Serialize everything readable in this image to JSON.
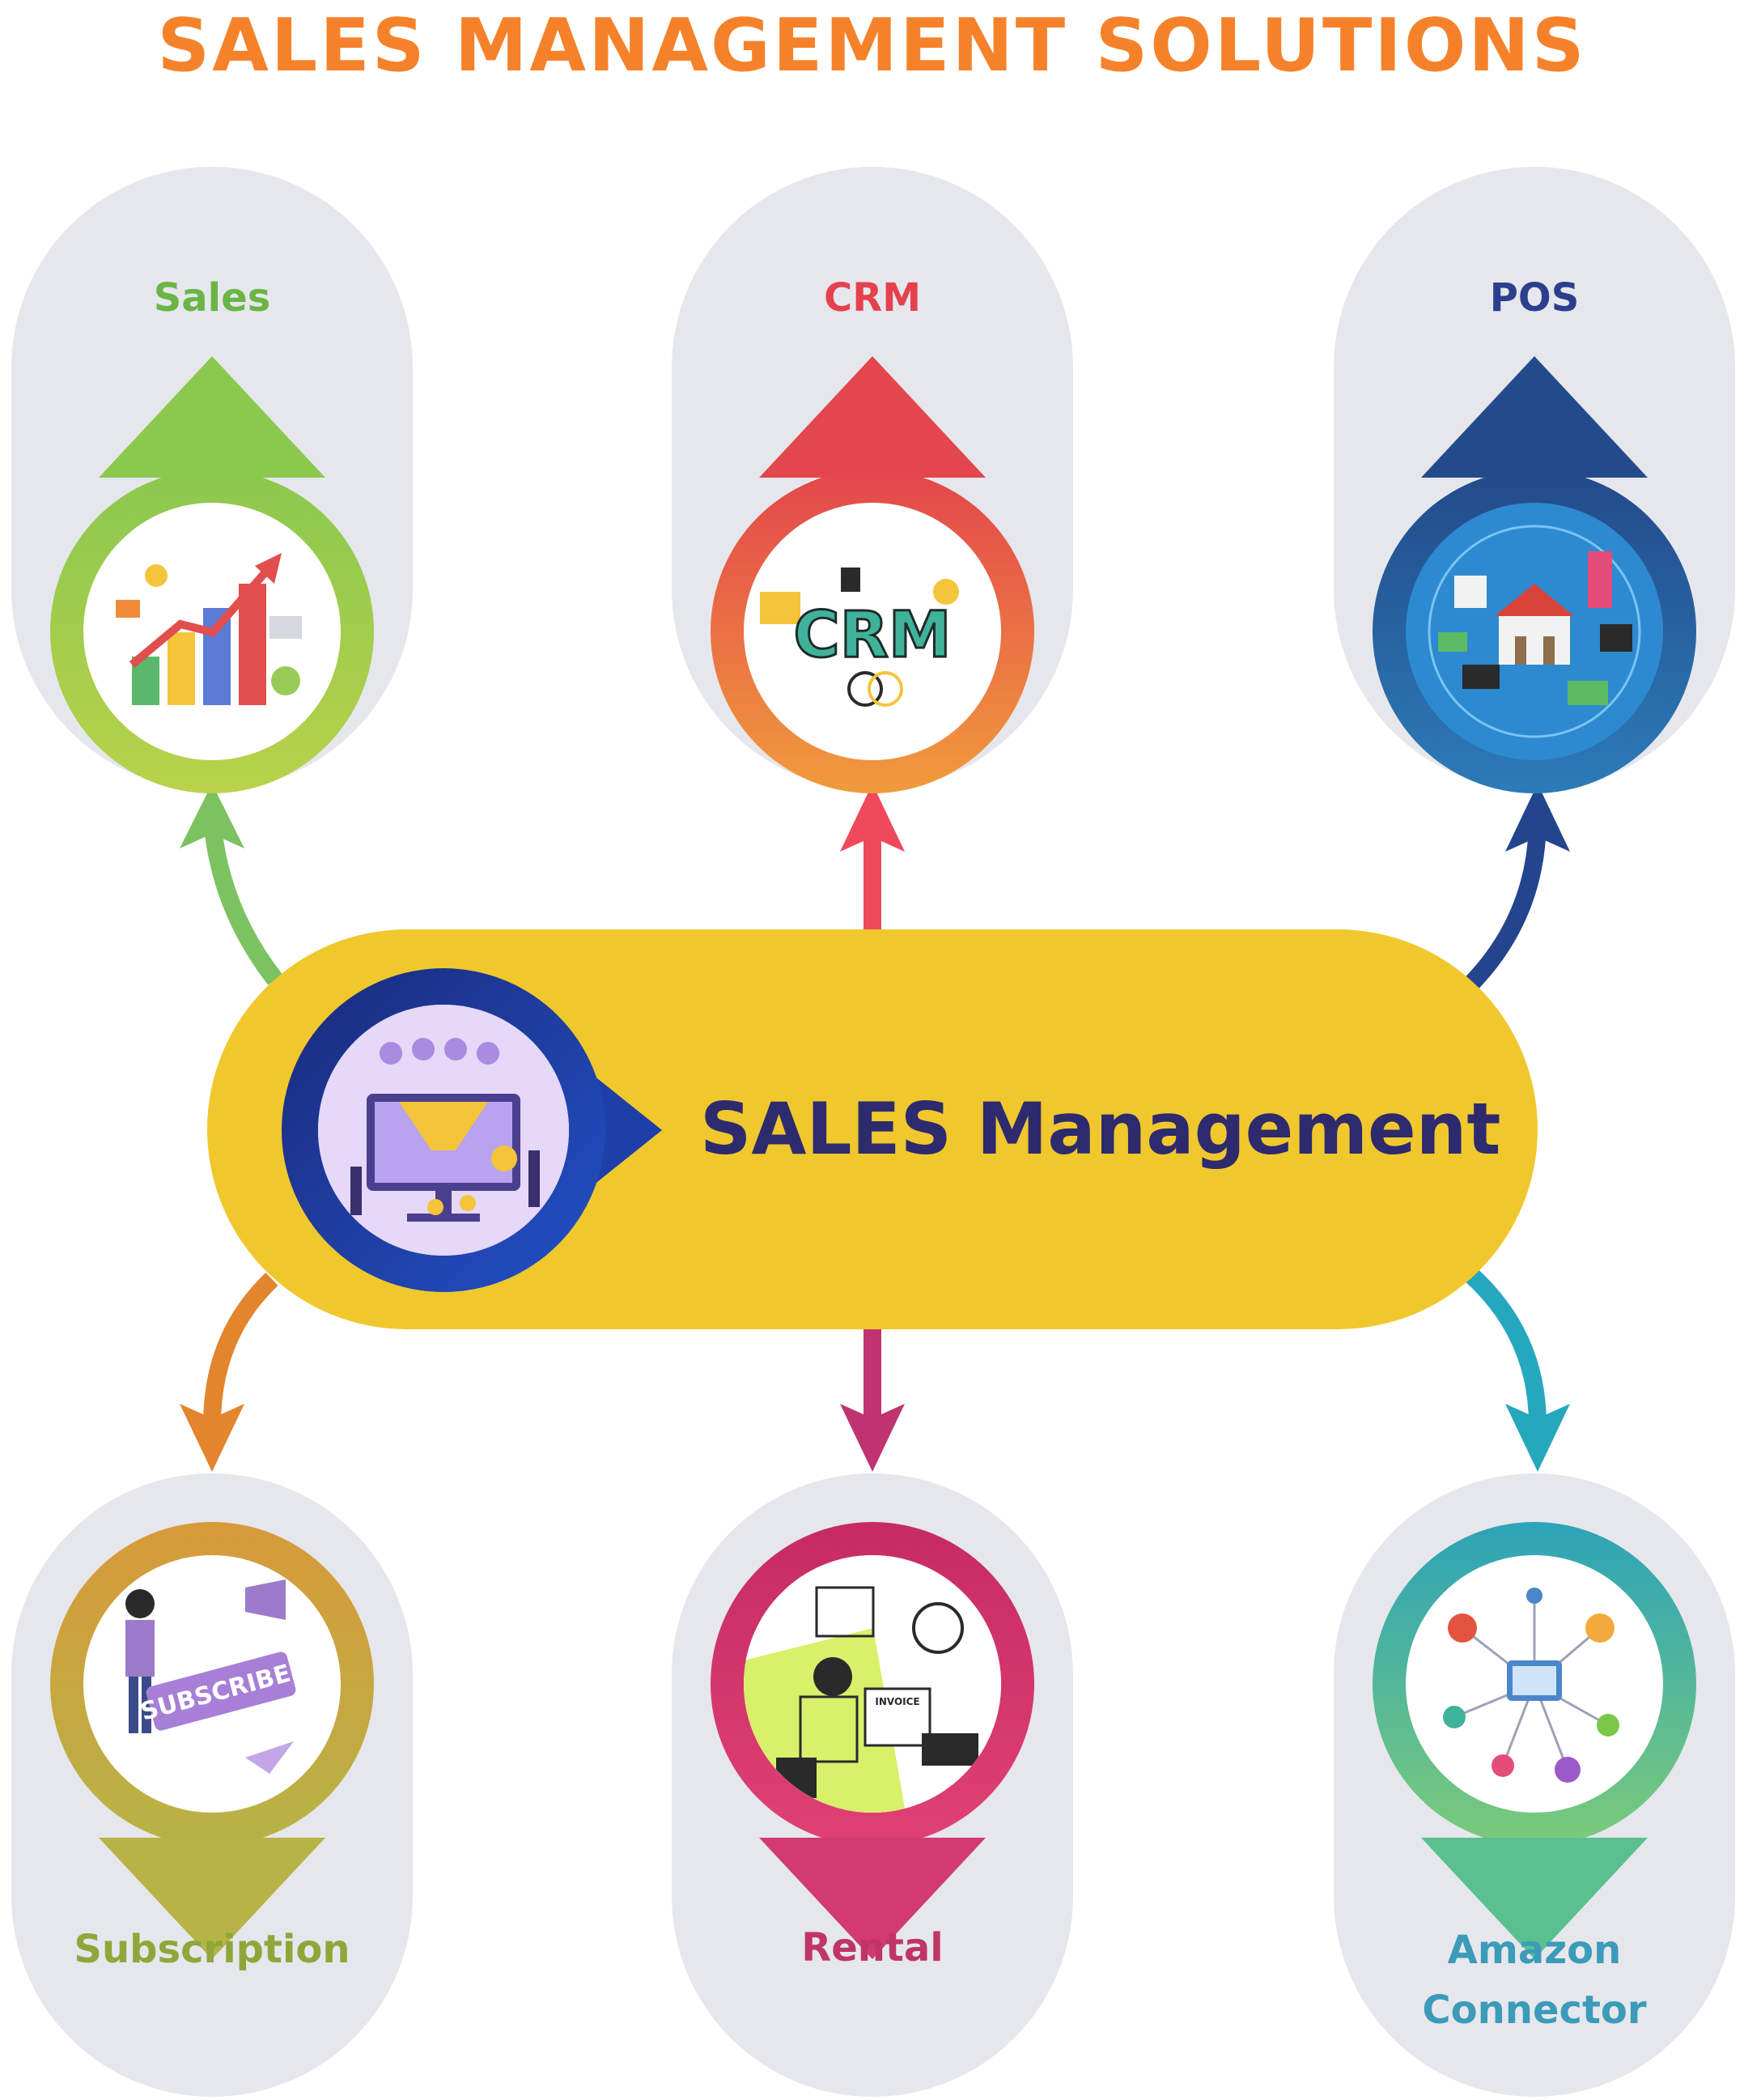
{
  "title": "SALES MANAGEMENT SOLUTIONS",
  "hub": {
    "label": "SALES Management",
    "color": "#F0C82E",
    "text_color": "#2D2A6E",
    "ring_color": "#1E3FA8"
  },
  "nodes": [
    {
      "label": "Sales",
      "color": "#6AB546",
      "icon": "sales-analytics-illustration"
    },
    {
      "label": "CRM",
      "color": "#E5404E",
      "icon": "crm-illustration",
      "icon_text": "CRM"
    },
    {
      "label": "POS",
      "color": "#2B3F8C",
      "icon": "pos-shop-illustration"
    },
    {
      "label": "Subscription",
      "color": "#8FA73A",
      "icon": "subscribe-illustration",
      "icon_text": "SUBSCRIBE!"
    },
    {
      "label": "Rental",
      "color": "#C03566",
      "icon": "invoice-desk-illustration",
      "icon_text": "INVOICE"
    },
    {
      "label": "Amazon\nConnector",
      "color": "#3B9BB8",
      "icon": "connector-network-illustration"
    }
  ]
}
